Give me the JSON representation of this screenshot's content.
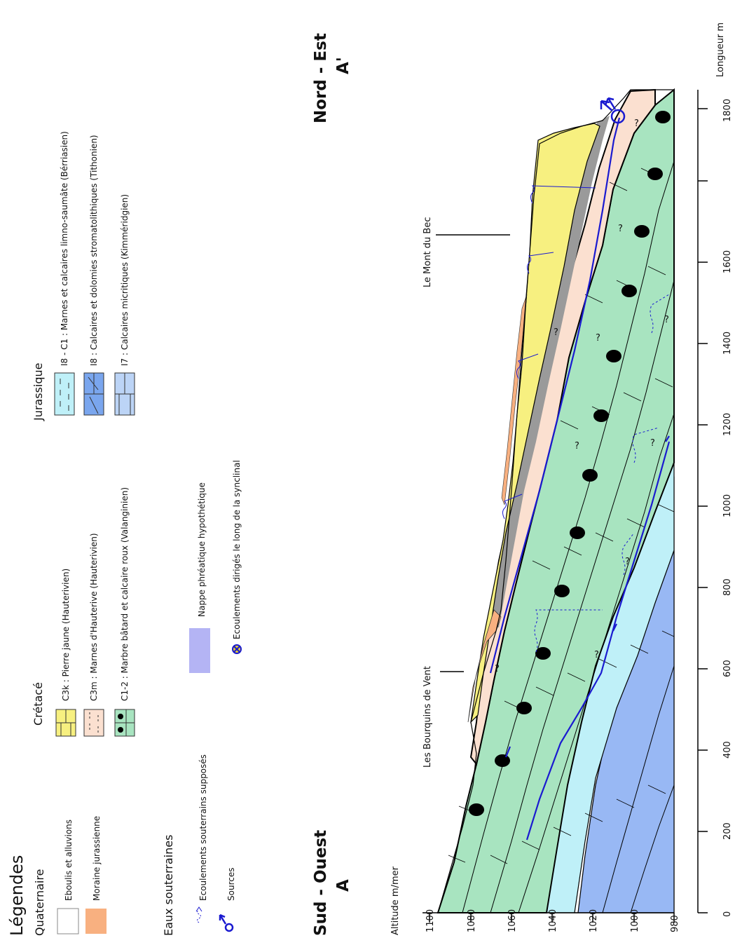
{
  "legend": {
    "title": "Légendes",
    "quaternaire": {
      "heading": "Quaternaire",
      "items": [
        {
          "label": "Eboulis et alluvions",
          "color": "#ffffff"
        },
        {
          "label": "Moraine jurassienne",
          "color": "#f8b080"
        }
      ]
    },
    "cretace": {
      "heading": "Crétacé",
      "items": [
        {
          "label": "C3k : Pierre jaune (Hauterivien)",
          "color": "#f7f080"
        },
        {
          "label": "C3m : Marnes d'Hauterive (Hauterivien)",
          "color": "#fbe0d0"
        },
        {
          "label": "C1-2 : Marbre bâtard et calcaire roux (Valanginien)",
          "color": "#a8e4c0"
        }
      ]
    },
    "jurassique": {
      "heading": "Jurassique",
      "items": [
        {
          "label": "I8 - C1 : Marnes et calcaires limno-saumâte (Bérriasien)",
          "color": "#bff0f8"
        },
        {
          "label": "I8 : Calcaires et dolomies stromatolithiques (Tithonien)",
          "color": "#7aa6ee"
        },
        {
          "label": "I7 : Calcaires  micritiques (Kimméridgien)",
          "color": "#bcd4f6"
        }
      ]
    },
    "eaux": {
      "heading": "Eaux souterraines",
      "items": [
        {
          "label": "Ecoulements souterrains supposés",
          "icon": "squiggle-arrow-icon"
        },
        {
          "label": "Sources",
          "icon": "spring-source-icon"
        },
        {
          "label": "Nappe phréatique hypothétique",
          "color": "#b4b4f4"
        },
        {
          "label": "Ecoulements dirigés le long de la synclinal",
          "icon": "crossed-circle-icon"
        }
      ]
    }
  },
  "section": {
    "orientation_left": "Sud - Ouest",
    "letter_left": "A",
    "orientation_right": "Nord - Est",
    "letter_right": "A'",
    "places": [
      {
        "label": "Les Bourquins de Vent"
      },
      {
        "label": "Le Mont du Bec"
      }
    ]
  },
  "axes": {
    "altitude_label": "Altitude m/mer",
    "altitude_ticks": [
      "1100",
      "1080",
      "1060",
      "1040",
      "1020",
      "1000",
      "980"
    ],
    "length_label": "Longueur m",
    "length_ticks": [
      "0",
      "200",
      "400",
      "600",
      "800",
      "1000",
      "1200",
      "1400",
      "1600",
      "1800"
    ]
  },
  "annotations": {
    "question_mark": "?"
  },
  "colors": {
    "flow_blue": "#1a1ad0",
    "groundwater": "#9a9a9a"
  }
}
